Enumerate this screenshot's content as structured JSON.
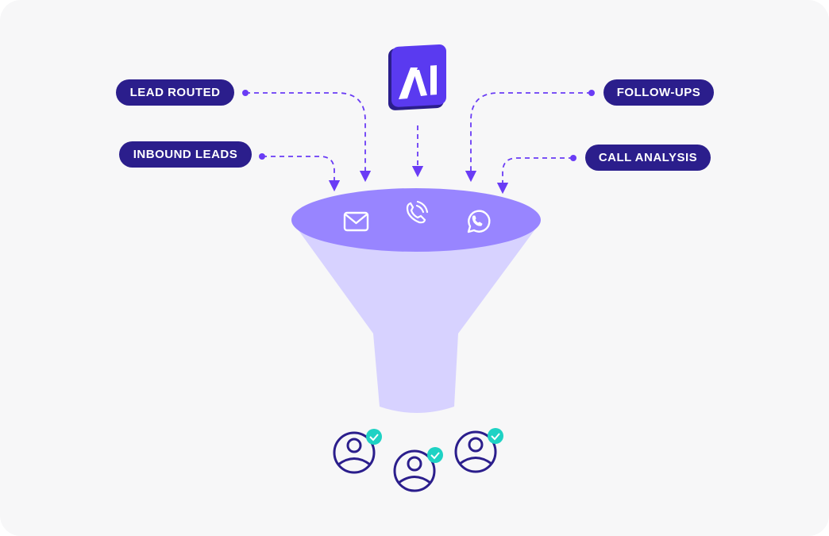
{
  "labels": {
    "lead_routed": "LEAD ROUTED",
    "inbound_leads": "INBOUND LEADS",
    "follow_ups": "FOLLOW-UPS",
    "call_analysis": "CALL ANALYSIS"
  },
  "logo": {
    "text": "AI"
  },
  "funnel_icons": [
    "mail-icon",
    "phone-call-icon",
    "whatsapp-icon"
  ],
  "outputs": [
    {
      "icon": "user-verified-icon"
    },
    {
      "icon": "user-verified-icon"
    },
    {
      "icon": "user-verified-icon"
    }
  ],
  "colors": {
    "accent": "#6a3cf5",
    "pill": "#2b1e8c",
    "funnel_top": "#9885ff",
    "funnel_body": "#d7d2ff",
    "check": "#1ed2c4"
  }
}
